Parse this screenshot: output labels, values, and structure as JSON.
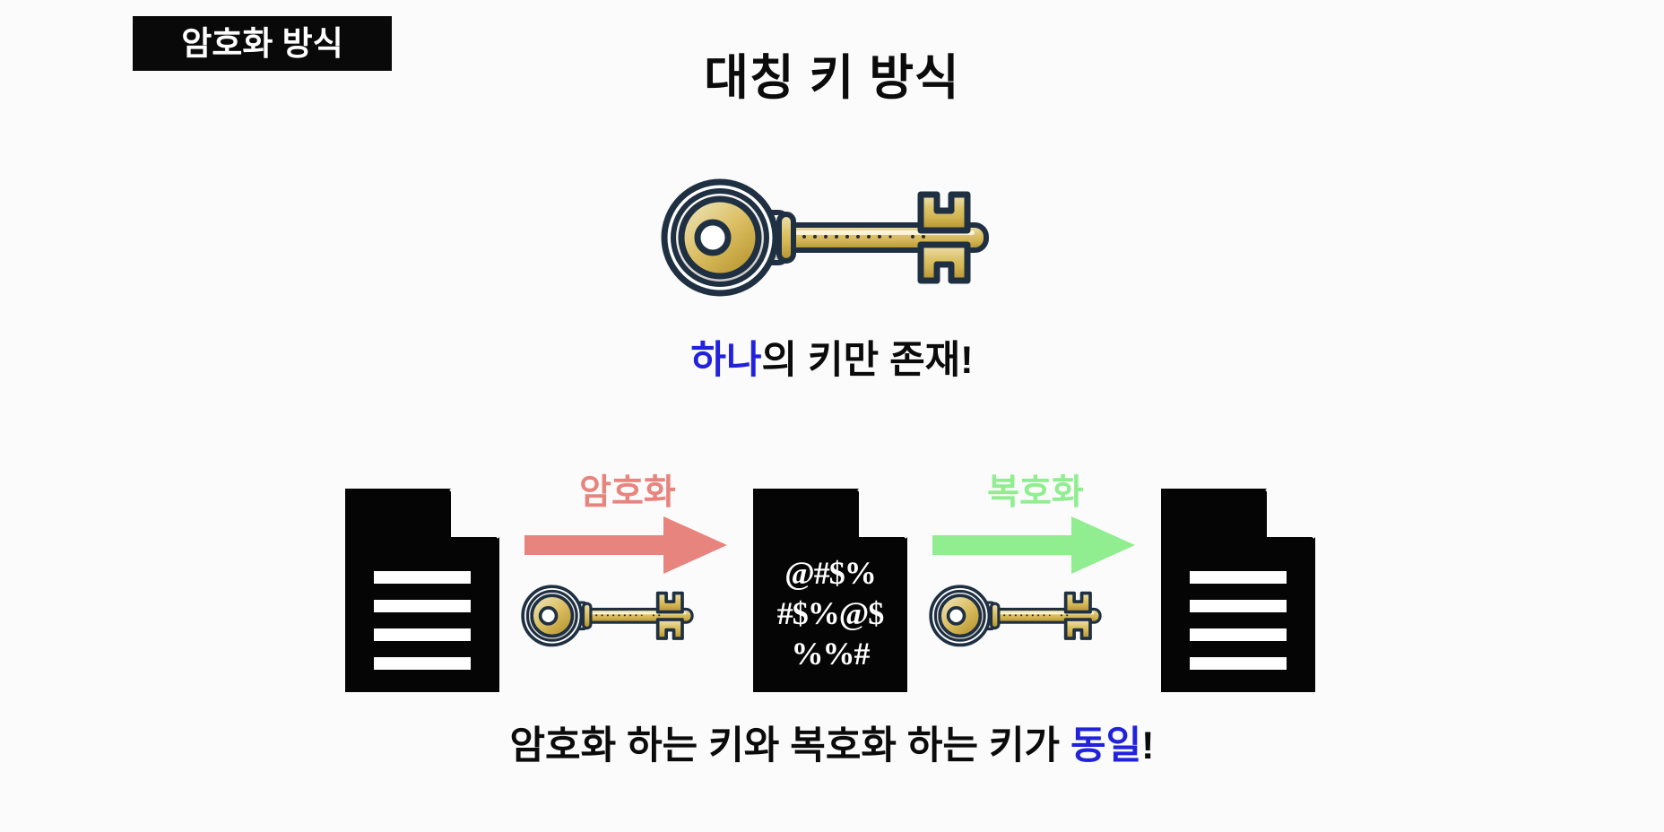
{
  "slide": {
    "background_color": "#fbfbfb",
    "badge": {
      "label": "암호화 방식",
      "background_color": "#090909",
      "text_color": "#ffffff"
    },
    "title": "대칭 키 방식",
    "subtitle": {
      "highlight": "하나",
      "rest": "의 키만 존재!",
      "highlight_color": "#2222dd"
    },
    "caption": {
      "lead": "암호화 하는 키와 복호화 하는 키가 ",
      "highlight": "동일",
      "tail": "!",
      "highlight_color": "#2222dd"
    }
  },
  "flow": {
    "documents": [
      {
        "name": "plaintext-left",
        "kind": "plain",
        "lines": 4
      },
      {
        "name": "ciphertext",
        "kind": "cipher",
        "lines": [
          "@#$%",
          "#$%@$",
          "%%#"
        ]
      },
      {
        "name": "plaintext-right",
        "kind": "plain",
        "lines": 4
      }
    ],
    "arrows": [
      {
        "name": "encrypt",
        "label": "암호화",
        "color": "#e8847e"
      },
      {
        "name": "decrypt",
        "label": "복호화",
        "color": "#90ee90"
      }
    ],
    "keys": [
      {
        "name": "encrypt-key",
        "icon": "key-icon"
      },
      {
        "name": "decrypt-key",
        "icon": "key-icon"
      }
    ]
  },
  "key_icon": {
    "name": "key-icon",
    "gold_light": "#e8d59a",
    "gold": "#d9bc5e",
    "gold_dark": "#b8972f",
    "outline": "#1f3042",
    "silver": "#f2f2f0",
    "hole": "#ffffff"
  }
}
